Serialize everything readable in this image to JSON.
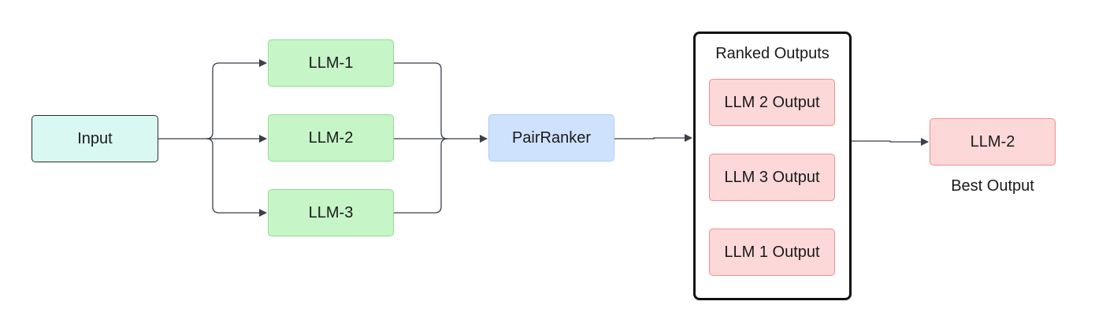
{
  "nodes": {
    "input": "Input",
    "llm1": "LLM-1",
    "llm2": "LLM-2",
    "llm3": "LLM-3",
    "pairranker": "PairRanker"
  },
  "ranked": {
    "title": "Ranked Outputs",
    "items": [
      "LLM 2 Output",
      "LLM 3 Output",
      "LLM 1 Output"
    ]
  },
  "best": {
    "label": "LLM-2",
    "caption": "Best Output"
  },
  "colors": {
    "input_fill": "#d9f8f2",
    "llm_fill": "#c6f5c8",
    "llm_border": "#8fe08f",
    "ranker_fill": "#cfe2fd",
    "ranker_border": "#a9cdf8",
    "output_fill": "#fdd8d8",
    "output_border": "#f08f8f",
    "connector": "#3a3f4b"
  }
}
